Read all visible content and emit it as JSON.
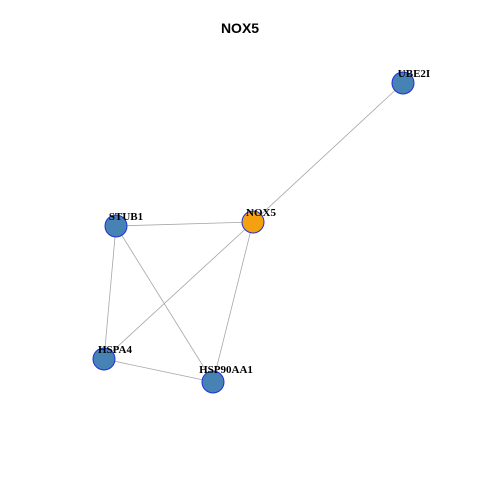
{
  "title": "NOX5",
  "colors": {
    "center_node": "#f5a00f",
    "neighbor_node": "#4682b4",
    "node_border": "#1f2fd6",
    "edge": "#a6a6a6"
  },
  "nodes": [
    {
      "id": "UBE2I",
      "label": "UBE2I",
      "role": "neighbor"
    },
    {
      "id": "NOX5",
      "label": "NOX5",
      "role": "center"
    },
    {
      "id": "STUB1",
      "label": "STUB1",
      "role": "neighbor"
    },
    {
      "id": "HSPA4",
      "label": "HSPA4",
      "role": "neighbor"
    },
    {
      "id": "HSP90AA1",
      "label": "HSP90AA1",
      "role": "neighbor"
    }
  ],
  "edges": [
    [
      "NOX5",
      "UBE2I"
    ],
    [
      "NOX5",
      "STUB1"
    ],
    [
      "NOX5",
      "HSPA4"
    ],
    [
      "NOX5",
      "HSP90AA1"
    ],
    [
      "STUB1",
      "HSPA4"
    ],
    [
      "STUB1",
      "HSP90AA1"
    ],
    [
      "HSPA4",
      "HSP90AA1"
    ]
  ]
}
